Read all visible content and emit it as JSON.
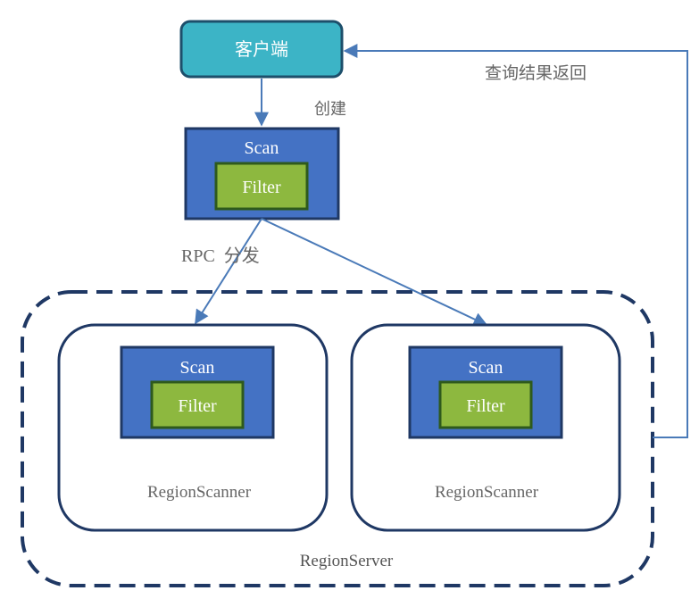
{
  "client": {
    "label": "客户端",
    "fill": "#3cb4c6",
    "stroke": "#1d4f6b"
  },
  "create_label": "创建",
  "query_return_label": "查询结果返回",
  "rpc_label": "RPC  分发",
  "scan": {
    "label": "Scan",
    "filter_label": "Filter"
  },
  "region_scanners": [
    {
      "label": "RegionScanner",
      "scan_label": "Scan",
      "filter_label": "Filter"
    },
    {
      "label": "RegionScanner",
      "scan_label": "Scan",
      "filter_label": "Filter"
    }
  ],
  "region_server_label": "RegionServer",
  "colors": {
    "scan_fill": "#4472c4",
    "scan_stroke": "#1f3864",
    "filter_fill": "#8db83f",
    "filter_stroke": "#2e5a1c",
    "arrow": "#4a7ab8",
    "region_stroke": "#1f3864",
    "muted_text": "#666666"
  }
}
